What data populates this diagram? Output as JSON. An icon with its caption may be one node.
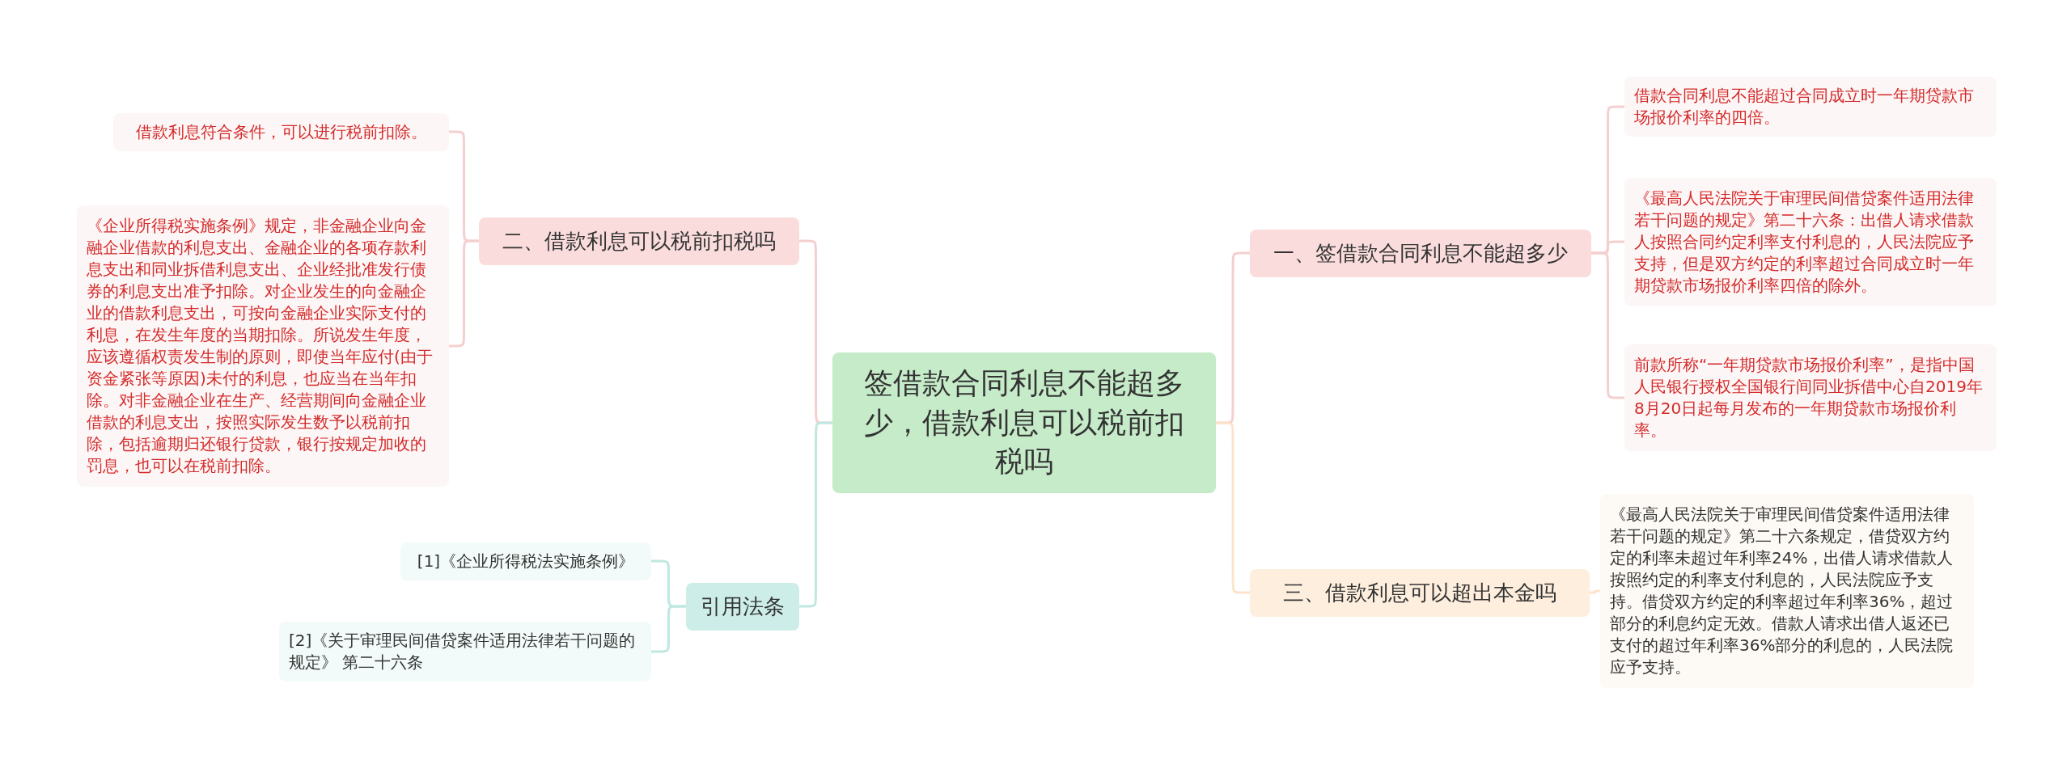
{
  "diagram": {
    "nodes": [
      {
        "text": [
          "签借款合同利息不能超多少，借款利息可以税前扣税吗"
        ]
      },
      {
        "text": [
          "一、签借款合同利息不能超多少"
        ]
      },
      {
        "text": [
          "借款合同利息不能超过合同成立时一年期贷款市场报价利率的四倍。"
        ]
      },
      {
        "text": [
          "《最高人民法院关于审理民间借贷案件适用法律若干问题的规定》第二十六条：出借人请求借款人按照合同约定利率支付利息的，人民法院应予支持，但是双方约定的利率超过合同成立时一年期贷款市场报价利率四倍的除外。"
        ]
      },
      {
        "text": [
          "前款所称“一年期贷款市场报价利率”，是指中国人民银行授权全国银行间同业拆借中心自2019年8月20日起每月发布的一年期贷款市场报价利率。"
        ]
      },
      {
        "text": [
          "三、借款利息可以超出本金吗"
        ]
      },
      {
        "text": [
          "《最高人民法院关于审理民间借贷案件适用法律若干问题的规定》第二十六条规定，借贷双方约定的利率未超过年利率24%，出借人请求借款人按照约定的利率支付利息的，人民法院应予支持。借贷双方约定的利率超过年利率36%，超过部分的利息约定无效。借款人请求出借人返还已支付的超过年利率36%部分的利息的，人民法院应予支持。"
        ]
      },
      {
        "text": [
          "二、借款利息可以税前扣税吗"
        ]
      },
      {
        "text": [
          "借款利息符合条件，可以进行税前扣除。"
        ]
      },
      {
        "text": [
          "《企业所得税实施条例》规定，非金融企业向金融企业借款的利息支出、金融企业的各项存款利息支出和同业拆借利息支出、企业经批准发行债券的利息支出准予扣除。对企业发生的向金融企业的借款利息支出，可按向金融企业实际支付的利息，在发生年度的当期扣除。所说发生年度，应该遵循权责发生制的原则，即使当年应付(由于资金紧张等原因)未付的利息，也应当在当年扣除。对非金融企业在生产、经营期间向金融企业借款的利息支出，按照实际发生数予以税前扣除，包括逾期归还银行贷款，银行按规定加收的罚息，也可以在税前扣除。"
        ]
      },
      {
        "text": [
          "引用法条"
        ]
      },
      {
        "text": [
          "[1]《企业所得税法实施条例》"
        ]
      },
      {
        "text": [
          "[2]《关于审理民间借贷案件适用法律若干问题的规定》 第二十六条"
        ]
      }
    ],
    "edges": [
      {
        "from": 0,
        "to": 1,
        "arrow": "none"
      },
      {
        "from": 1,
        "to": 2,
        "arrow": "none"
      },
      {
        "from": 1,
        "to": 3,
        "arrow": "none"
      },
      {
        "from": 1,
        "to": 4,
        "arrow": "none"
      },
      {
        "from": 0,
        "to": 5,
        "arrow": "none",
        "color": "#fde3cc"
      },
      {
        "from": 5,
        "to": 6,
        "arrow": "none",
        "color": "#fde3cc"
      },
      {
        "from": 0,
        "to": 7,
        "arrow": "none"
      },
      {
        "from": 7,
        "to": 8,
        "arrow": "none"
      },
      {
        "from": 7,
        "to": 9,
        "arrow": "none"
      },
      {
        "from": 0,
        "to": 10,
        "arrow": "none",
        "color": "#bfe8e1"
      },
      {
        "from": 10,
        "to": 11,
        "arrow": "none",
        "color": "#bfe8e1"
      },
      {
        "from": 10,
        "to": 12,
        "arrow": "none",
        "color": "#bfe8e1"
      }
    ]
  }
}
